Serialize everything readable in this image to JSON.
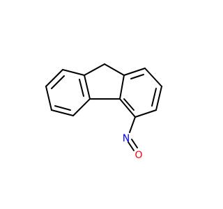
{
  "molecule": {
    "atoms": [
      {
        "id": "N1",
        "symbol": "N",
        "color": "#0000ff"
      },
      {
        "id": "O1",
        "symbol": "O",
        "color": "#ff0000"
      }
    ],
    "bond_color": "#000000"
  }
}
